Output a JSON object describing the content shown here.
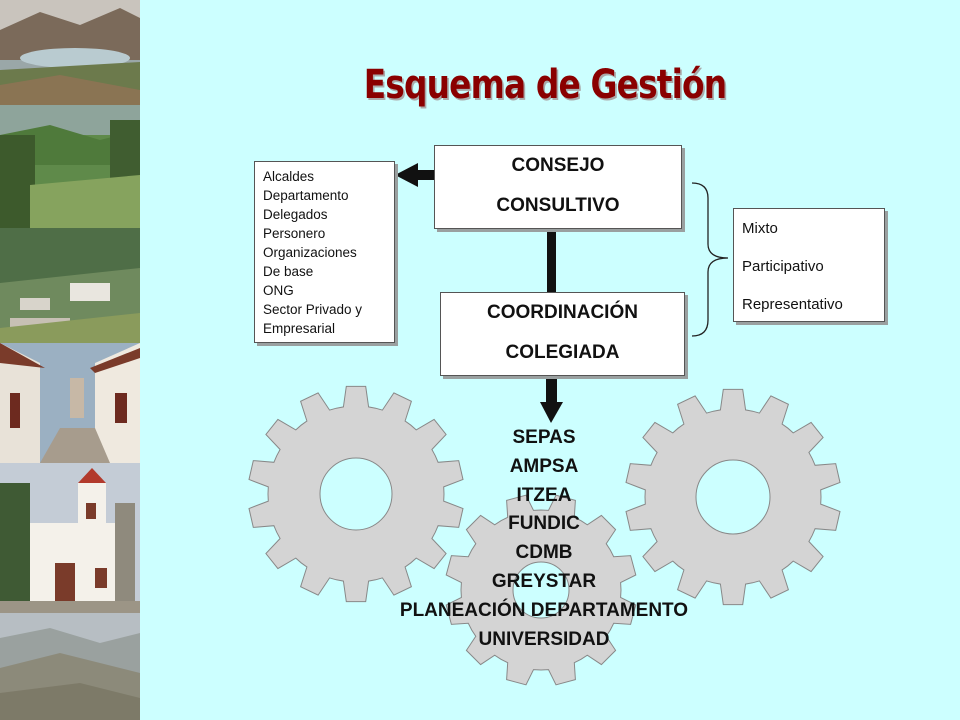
{
  "title": "Esquema de Gestión",
  "consejo": {
    "line1": "CONSEJO",
    "line2": "CONSULTIVO"
  },
  "coordinacion": {
    "line1": "COORDINACIÓN",
    "line2": "COLEGIADA"
  },
  "members": [
    "Alcaldes",
    "Departamento",
    "Delegados",
    "Personero",
    "Organizaciones",
    "De base",
    "ONG",
    "Sector Privado y",
    "Empresarial"
  ],
  "types": [
    "Mixto",
    "Participativo",
    "Representativo"
  ],
  "organizations": [
    "SEPAS",
    "AMPSA",
    "ITZEA",
    "FUNDIC",
    "CDMB",
    "GREYSTAR",
    "PLANEACIÓN DEPARTAMENTO",
    "UNIVERSIDAD"
  ],
  "colors": {
    "background": "#ccffff",
    "title": "#8a0000",
    "gear": "#d4d4d4",
    "arrow": "#111111"
  }
}
